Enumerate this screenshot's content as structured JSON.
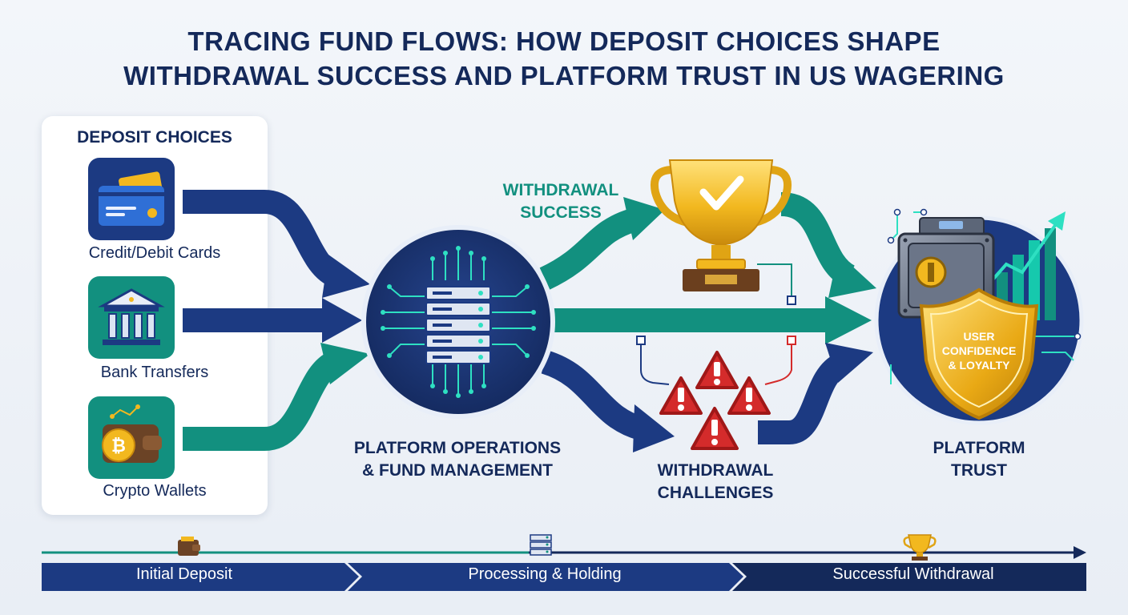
{
  "title": {
    "line1": "TRACING FUND FLOWS: HOW DEPOSIT CHOICES SHAPE",
    "line2": "WITHDRAWAL SUCCESS AND PLATFORM TRUST IN US WAGERING"
  },
  "deposit_choices": {
    "heading": "DEPOSIT CHOICES",
    "methods": [
      {
        "label": "Credit/Debit Cards",
        "icon": "credit-card-icon"
      },
      {
        "label": "Bank Transfers",
        "icon": "bank-icon"
      },
      {
        "label": "Crypto Wallets",
        "icon": "crypto-wallet-icon"
      }
    ]
  },
  "hub": {
    "label_line1": "PLATFORM OPERATIONS",
    "label_line2": "& FUND MANAGEMENT",
    "icon": "server-circuit-icon"
  },
  "success": {
    "label_line1": "WITHDRAWAL",
    "label_line2": "SUCCESS",
    "icon": "trophy-icon"
  },
  "challenges": {
    "label_line1": "WITHDRAWAL",
    "label_line2": "CHALLENGES",
    "icon": "warning-icon"
  },
  "trust": {
    "label_line1": "PLATFORM",
    "label_line2": "TRUST",
    "shield_line1": "USER",
    "shield_line2": "CONFIDENCE",
    "shield_line3": "& LOYALTY",
    "icons": [
      "vault-icon",
      "shield-icon",
      "growth-chart-icon"
    ]
  },
  "timeline": {
    "stages": [
      "Initial Deposit",
      "Processing & Holding",
      "Successful Withdrawal"
    ]
  },
  "colors": {
    "navy": "#1c3a82",
    "dark_navy": "#14295a",
    "teal": "#12907f",
    "gold": "#f2b81f",
    "red": "#d42b2b"
  }
}
